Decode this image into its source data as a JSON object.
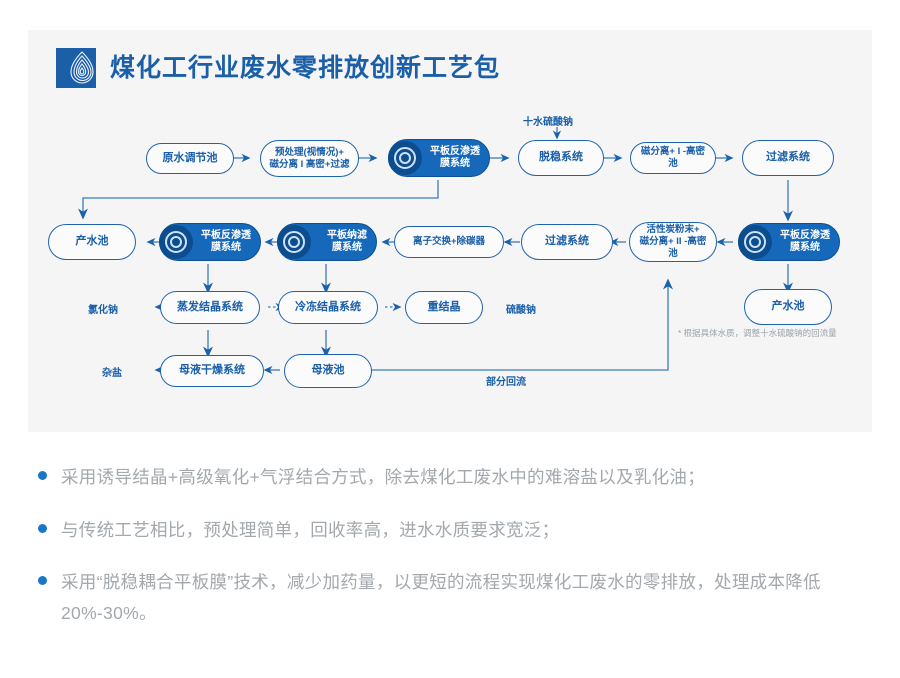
{
  "header": {
    "title": "煤化工行业废水零排放创新工艺包",
    "logo_name": "water-drop-logo"
  },
  "diagram": {
    "nodes": {
      "raw_water_tank": "原水调节池",
      "pretreatment": "预处理(视情况)+\n磁分离 I 高密+过滤",
      "fp_ro_1": "平板反渗透\n膜系统",
      "destabilization": "脱稳系统",
      "mag_sep_1": "磁分离+ I -高密池",
      "filtration_1": "过滤系统",
      "product_water_1": "产水池",
      "fp_ro_2": "平板反渗透\n膜系统",
      "fp_nf": "平板纳滤\n膜系统",
      "ion_exchange": "离子交换+除碳器",
      "filtration_2": "过滤系统",
      "activated_carbon": "活性炭粉末+\n磁分离+ II -高密池",
      "fp_ro_3": "平板反渗透\n膜系统",
      "product_water_2": "产水池",
      "evap_cryst": "蒸发结晶系统",
      "freeze_cryst": "冷冻结晶系统",
      "recrystallization": "重结晶",
      "mother_liquor_dry": "母液干燥系统",
      "mother_liquor_tank": "母液池"
    },
    "labels": {
      "sodium_sulfate_decahydrate": "十水硫酸钠",
      "sodium_chloride": "氯化钠",
      "sodium_sulfate": "硫酸钠",
      "mixed_salt": "杂盐",
      "partial_reflux": "部分回流",
      "footnote": "* 根据具体水质，调整十水硫酸钠的回流量"
    },
    "colors": {
      "line": "#2a6fb3",
      "node_border": "#1f63ad",
      "node_text": "#1a5fa8",
      "dark_node_bg": "#1668bb",
      "panel_bg": "#f5f5f5"
    }
  },
  "bullets": [
    "采用诱导结晶+高级氧化+气浮结合方式，除去煤化工废水中的难溶盐以及乳化油；",
    "与传统工艺相比，预处理简单，回收率高，进水水质要求宽泛；",
    "采用“脱稳耦合平板膜”技术，减少加药量，以更短的流程实现煤化工废水的零排放，处理成本降低20%-30%。"
  ]
}
